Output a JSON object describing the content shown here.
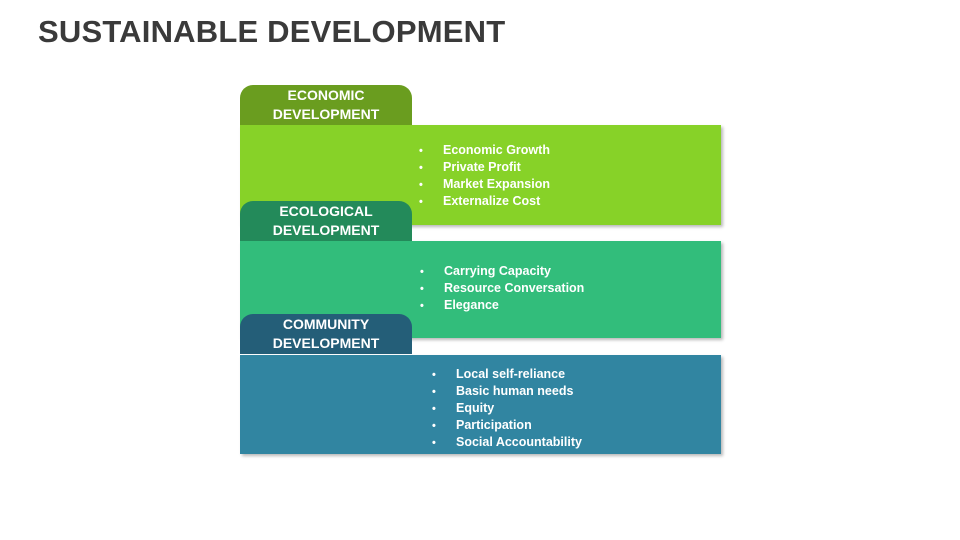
{
  "title": "SUSTAINABLE DEVELOPMENT",
  "colors": {
    "economic_tab": "#6a9d1f",
    "economic_panel": "#87d228",
    "ecological_tab": "#238a5a",
    "ecological_panel": "#32bd7b",
    "community_tab": "#245e78",
    "community_panel": "#3185a1"
  },
  "sections": [
    {
      "tab_line1": "ECONOMIC",
      "tab_line2": "DEVELOPMENT",
      "items": [
        "Economic Growth",
        "Private Profit",
        "Market Expansion",
        "Externalize Cost"
      ]
    },
    {
      "tab_line1": "ECOLOGICAL",
      "tab_line2": "DEVELOPMENT",
      "items": [
        "Carrying Capacity",
        "Resource Conversation",
        "Elegance"
      ]
    },
    {
      "tab_line1": "COMMUNITY",
      "tab_line2": "DEVELOPMENT",
      "items": [
        "Local self-reliance",
        "Basic human needs",
        "Equity",
        "Participation",
        "Social Accountability"
      ]
    }
  ]
}
